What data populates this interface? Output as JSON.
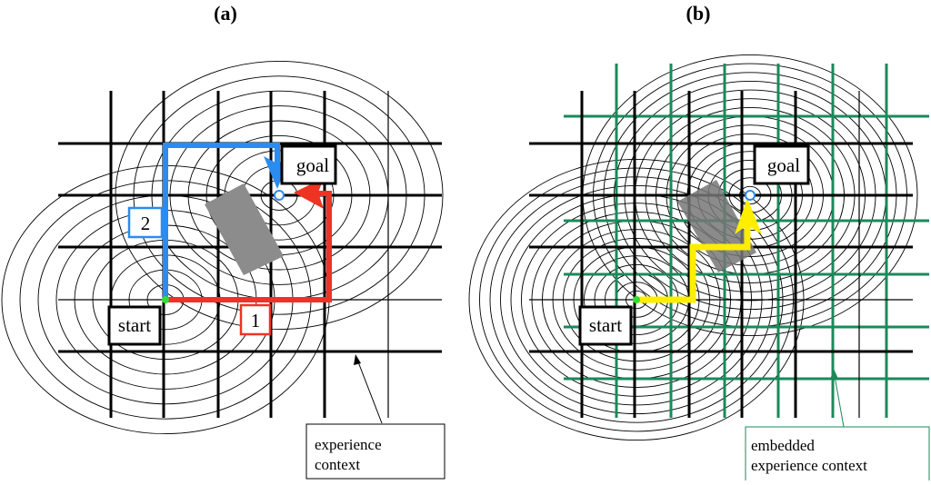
{
  "panels": [
    {
      "label": "(a)",
      "start_label": "start",
      "goal_label": "goal",
      "route_labels": [
        "1",
        "2"
      ],
      "context_label": [
        "experience",
        "context"
      ]
    },
    {
      "label": "(b)",
      "start_label": "start",
      "goal_label": "goal",
      "context_label": [
        "embedded",
        "experience context"
      ]
    }
  ],
  "colors": {
    "route_1": "#ee3322",
    "route_2": "#2a8cf0",
    "route_embedded": "#ffee00",
    "embedded_grid": "#1a8a5a",
    "obstacle": "#8c8c8c",
    "start_point": "#33dd33"
  }
}
